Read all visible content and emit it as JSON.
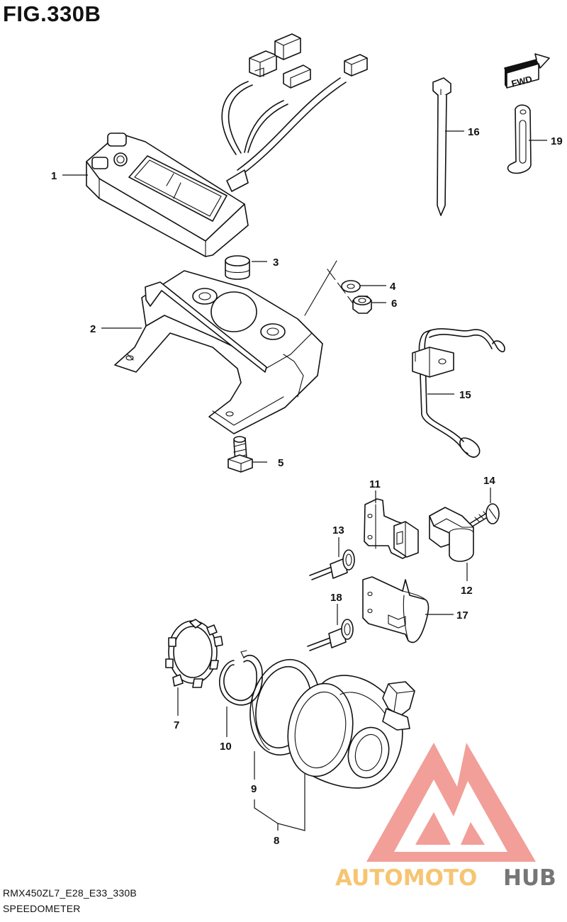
{
  "figure": {
    "title": "FIG.330B",
    "model_code": "RMX450ZL7_E28_E33_330B",
    "section_name": "SPEEDOMETER",
    "direction_label": "FWD"
  },
  "watermark": {
    "brand_part1": "AUTOMOTO",
    "brand_part2": "HUB",
    "color_primary": "#f19a93",
    "color_secondary": "#f6c26b",
    "color_tertiary": "#6f6f6f"
  },
  "callouts": [
    {
      "id": "1",
      "label": "1"
    },
    {
      "id": "2",
      "label": "2"
    },
    {
      "id": "3",
      "label": "3"
    },
    {
      "id": "4",
      "label": "4"
    },
    {
      "id": "5",
      "label": "5"
    },
    {
      "id": "6",
      "label": "6"
    },
    {
      "id": "7",
      "label": "7"
    },
    {
      "id": "8",
      "label": "8"
    },
    {
      "id": "9",
      "label": "9"
    },
    {
      "id": "10",
      "label": "10"
    },
    {
      "id": "11",
      "label": "11"
    },
    {
      "id": "12",
      "label": "12"
    },
    {
      "id": "13",
      "label": "13"
    },
    {
      "id": "14",
      "label": "14"
    },
    {
      "id": "15",
      "label": "15"
    },
    {
      "id": "16",
      "label": "16"
    },
    {
      "id": "17",
      "label": "17"
    },
    {
      "id": "18",
      "label": "18"
    },
    {
      "id": "19",
      "label": "19"
    }
  ]
}
